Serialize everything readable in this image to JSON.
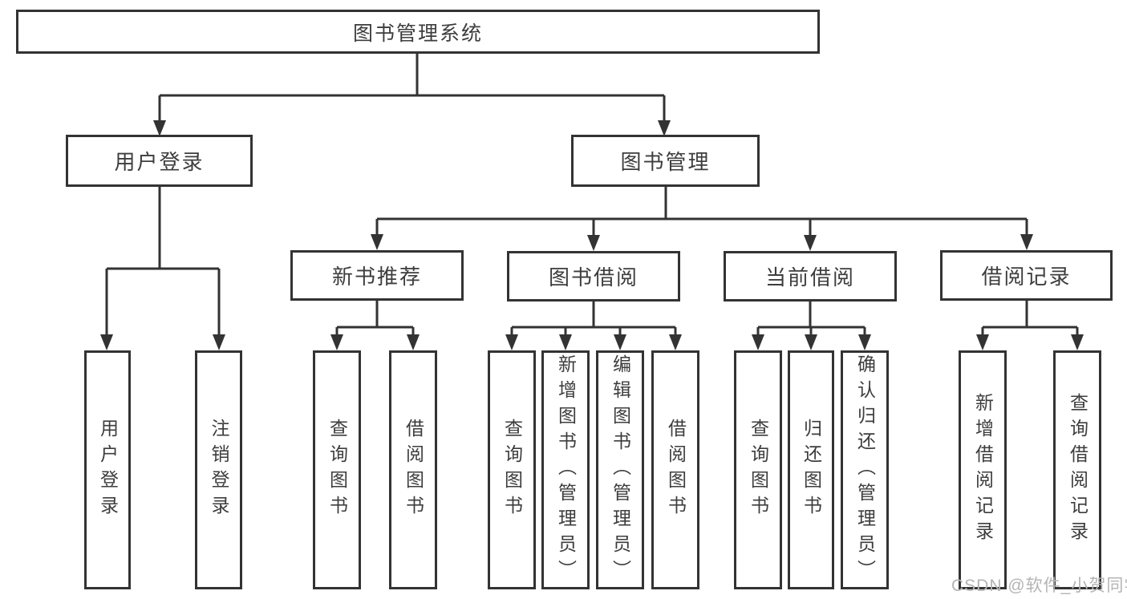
{
  "diagram": {
    "type": "hierarchy-tree",
    "title": "图书管理系统"
  },
  "colors": {
    "line": "#333333",
    "text": "#3d3d3d",
    "background": "#ffffff",
    "watermark": "#b4b4b4"
  },
  "tree": {
    "root": {
      "label": "图书管理系统",
      "children": [
        {
          "label": "用户登录",
          "children": [
            {
              "label": "用户登录"
            },
            {
              "label": "注销登录"
            }
          ]
        },
        {
          "label": "图书管理",
          "children": [
            {
              "label": "新书推荐",
              "children": [
                {
                  "label": "查询图书"
                },
                {
                  "label": "借阅图书"
                }
              ]
            },
            {
              "label": "图书借阅",
              "children": [
                {
                  "label": "查询图书"
                },
                {
                  "label": "新增图书（管理员）"
                },
                {
                  "label": "编辑图书（管理员）"
                },
                {
                  "label": "借阅图书"
                }
              ]
            },
            {
              "label": "当前借阅",
              "children": [
                {
                  "label": "查询图书"
                },
                {
                  "label": "归还图书"
                },
                {
                  "label": "确认归还（管理员）"
                }
              ]
            },
            {
              "label": "借阅记录",
              "children": [
                {
                  "label": "新增借阅记录"
                },
                {
                  "label": "查询借阅记录"
                }
              ]
            }
          ]
        }
      ]
    }
  },
  "watermark": {
    "text": "CSDN @软件_小贺同学"
  }
}
